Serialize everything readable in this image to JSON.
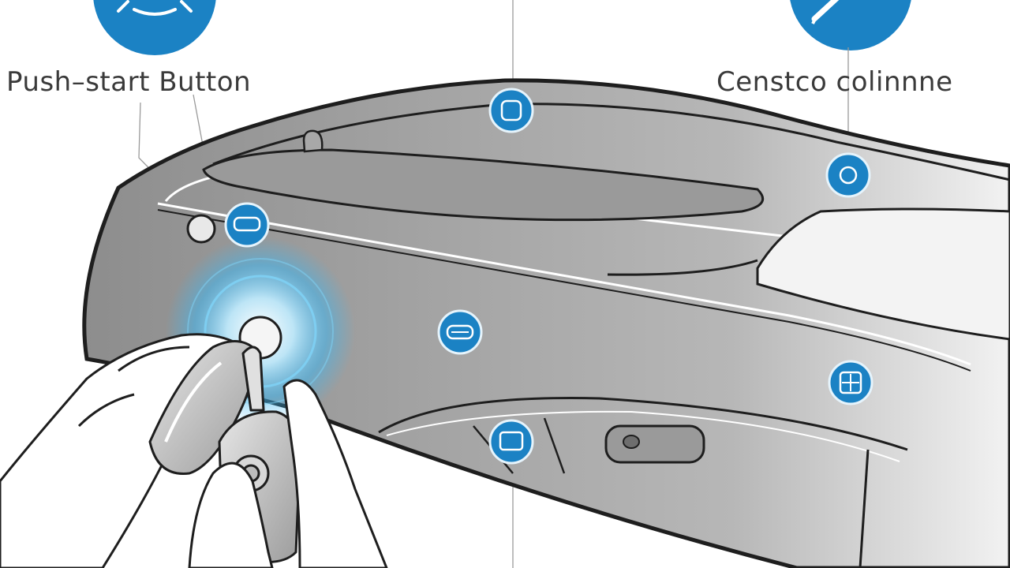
{
  "labels": {
    "left": "Push–start Button",
    "right": "Censtco colinnne"
  },
  "colors": {
    "accent": "#1b82c4",
    "body": "#8f8f8f",
    "outline": "#222222",
    "glow": "#3fb6f0"
  },
  "icons": [
    "car-icon-top-left",
    "pen-icon-top-right",
    "dashboard-badge-icon",
    "sensor-badge-icon",
    "car-badge-icon",
    "panel-badge-icon",
    "grid-badge-icon",
    "screen-badge-icon"
  ]
}
